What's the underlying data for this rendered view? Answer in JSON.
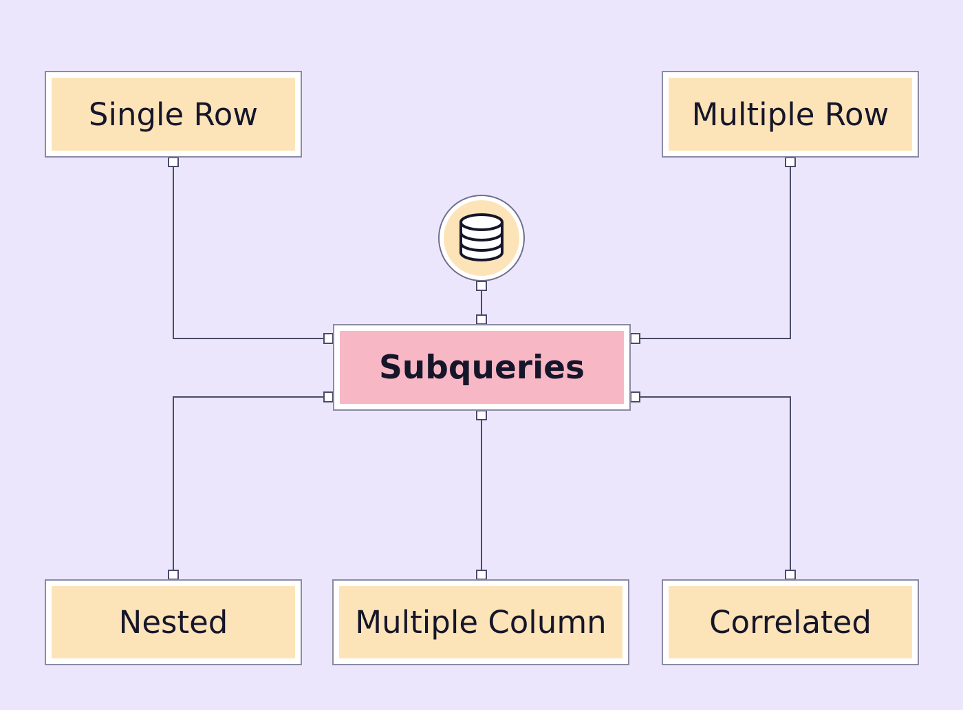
{
  "diagram": {
    "center": {
      "label": "Subqueries",
      "icon": "database-icon"
    },
    "nodes": {
      "single_row": "Single Row",
      "multiple_row": "Multiple Row",
      "nested": "Nested",
      "multiple_column": "Multiple Column",
      "correlated": "Correlated"
    }
  },
  "colors": {
    "background": "#ebe6fc",
    "node_fill": "#fde4b8",
    "center_fill": "#f8b7c4",
    "connector": "#4a4a68"
  }
}
